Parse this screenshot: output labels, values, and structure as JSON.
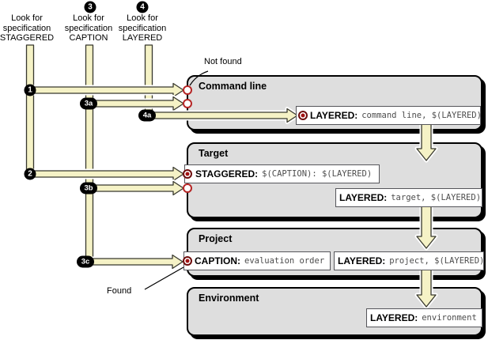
{
  "header_columns": [
    {
      "badge": "",
      "line1": "Look for",
      "line2": "specification",
      "line3": "STAGGERED"
    },
    {
      "badge": "3",
      "line1": "Look for",
      "line2": "specification",
      "line3": "CAPTION"
    },
    {
      "badge": "4",
      "line1": "Look for",
      "line2": "specification",
      "line3": "LAYERED"
    }
  ],
  "step_badges": {
    "s1": "1",
    "s2": "2",
    "s3a": "3a",
    "s3b": "3b",
    "s3c": "3c",
    "s4a": "4a"
  },
  "annotations": {
    "not_found": "Not found",
    "found": "Found"
  },
  "scopes": {
    "command_line": {
      "title": "Command line"
    },
    "target": {
      "title": "Target"
    },
    "project": {
      "title": "Project"
    },
    "environment": {
      "title": "Environment"
    }
  },
  "specs": {
    "cmdline_layered": {
      "label": "LAYERED:",
      "value": "command line, $(LAYERED)"
    },
    "target_staggered": {
      "label": "STAGGERED:",
      "value": "$(CAPTION): $(LAYERED)"
    },
    "target_layered": {
      "label": "LAYERED:",
      "value": "target, $(LAYERED)"
    },
    "project_caption": {
      "label": "CAPTION:",
      "value": "evaluation order"
    },
    "project_layered": {
      "label": "LAYERED:",
      "value": "project, $(LAYERED)"
    },
    "environment_layered": {
      "label": "LAYERED:",
      "value": "environment"
    }
  },
  "colors": {
    "arrow_fill": "#f5f2c6",
    "arrow_stroke": "#38382e",
    "scope_fill": "#dedede",
    "marker_red": "#a31212",
    "marker_empty_ring": "#b52525",
    "badge_bg": "#000000"
  }
}
